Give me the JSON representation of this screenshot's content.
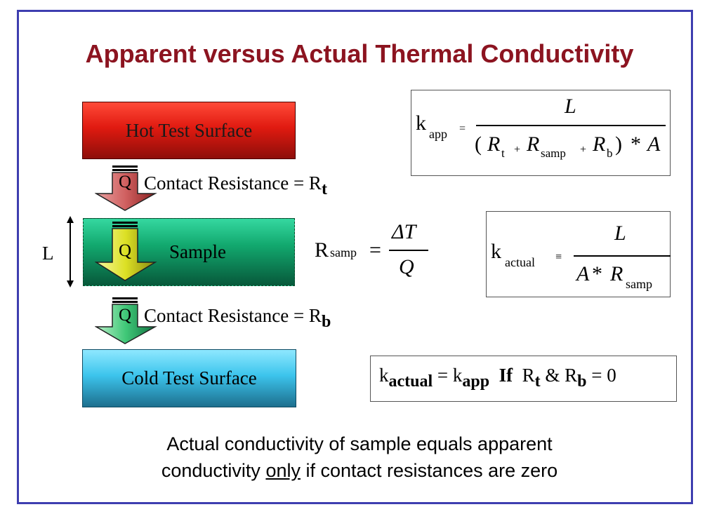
{
  "title": "Apparent versus Actual Thermal Conductivity",
  "boxes": {
    "hot": "Hot Test Surface",
    "sample": "Sample",
    "cold": "Cold Test Surface"
  },
  "heat_flow_label": "Q",
  "length_label": "L",
  "contact_top": {
    "text": "Contact Resistance = R",
    "sub": "t"
  },
  "contact_bottom": {
    "text": "Contact Resistance = R",
    "sub": "b"
  },
  "eq_app": {
    "lhs": "k",
    "lhs_sub": "app",
    "eq": "=",
    "num": "L",
    "den_open": "(",
    "Rt": "R",
    "Rt_sub": "t",
    "plus1": "+",
    "Rsamp": "R",
    "Rsamp_sub": "samp",
    "plus2": "+",
    "Rb": "R",
    "Rb_sub": "b",
    "den_close": ")",
    "times": "*",
    "A": "A"
  },
  "eq_rsamp": {
    "lhs": "R",
    "lhs_sub": "samp",
    "eq": "=",
    "num": "ΔT",
    "den": "Q"
  },
  "eq_actual": {
    "lhs": "k",
    "lhs_sub": "actual",
    "eq": "≡",
    "num": "L",
    "den_A": "A",
    "times": "*",
    "den_R": "R",
    "den_R_sub": "samp"
  },
  "eq_condition": {
    "k1": "k",
    "k1_sub": "actual",
    "eq": "=",
    "k2": "k",
    "k2_sub": "app",
    "if": "If",
    "R1": "R",
    "R1_sub": "t",
    "amp": "&",
    "R2": "R",
    "R2_sub": "b",
    "zero": "= 0"
  },
  "conclusion": {
    "line1": "Actual conductivity of sample equals apparent",
    "line2_pre": "conductivity ",
    "line2_u": "only",
    "line2_post": " if contact resistances are zero"
  },
  "colors": {
    "title": "#8c1420",
    "frame": "#3e3eb0",
    "hot": "#e01a10",
    "sample": "#12a86e",
    "cold": "#3cc4ec",
    "arrow_red": "#c04040",
    "arrow_yellow": "#d8e020",
    "arrow_green": "#40c070"
  }
}
